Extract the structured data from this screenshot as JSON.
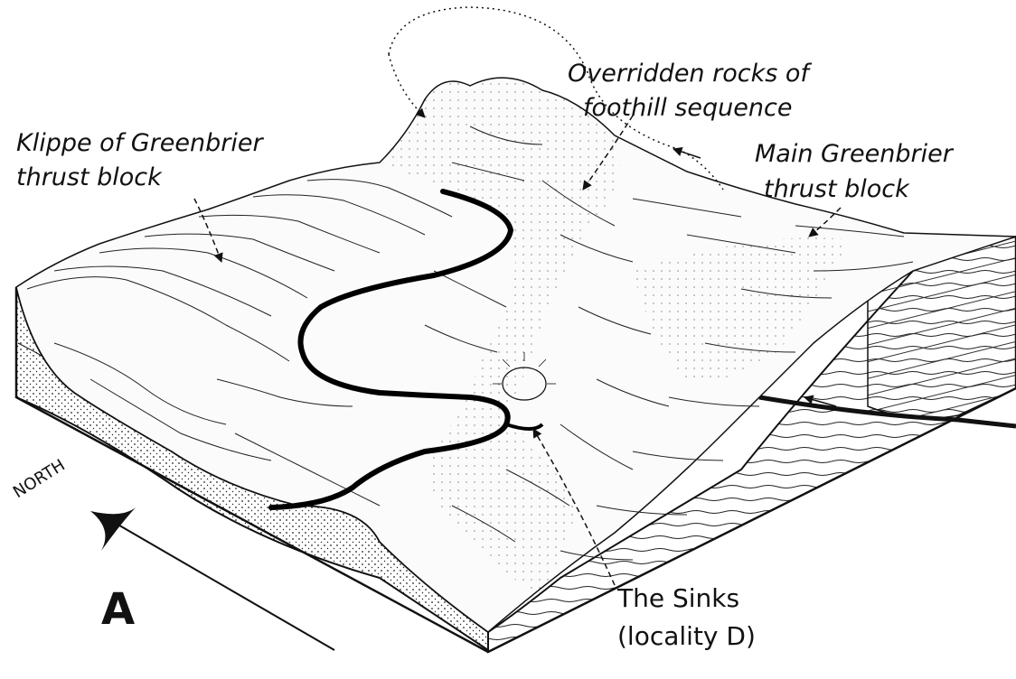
{
  "figure": {
    "panel_letter": "A",
    "north_label": "NORTH",
    "labels": {
      "overridden_line1": "Overridden rocks of",
      "overridden_line2": "foothill sequence",
      "klippe_line1": "Klippe of Greenbrier",
      "klippe_line2": "thrust block",
      "main_line1": "Main Greenbrier",
      "main_line2": "thrust block",
      "sinks_line1": "The Sinks",
      "sinks_line2": "(locality D)"
    }
  }
}
